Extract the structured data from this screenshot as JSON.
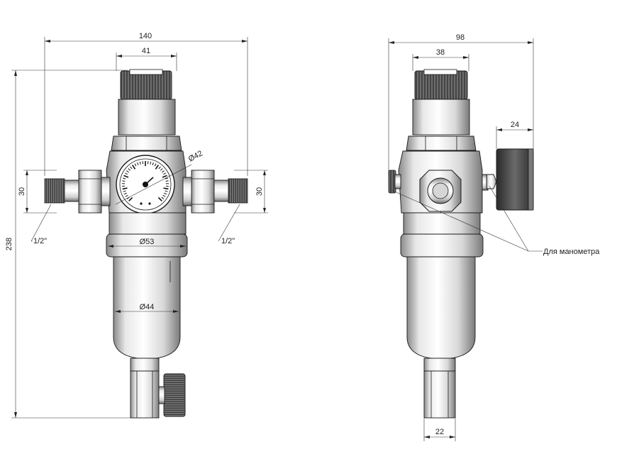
{
  "front": {
    "width_total": "140",
    "cap_width": "41",
    "height_total": "238",
    "port_left": "30",
    "port_right": "30",
    "thread_left": "1/2\"",
    "thread_right": "1/2\"",
    "gauge_diameter": "Ø42",
    "body_diameter": "Ø53",
    "bowl_diameter": "Ø44"
  },
  "side": {
    "width_total": "98",
    "cap_width": "38",
    "gauge_depth": "24",
    "drain_width": "22",
    "gauge_port_label": "Для манометра"
  },
  "colors": {
    "metal_light": "#f2f2f2",
    "metal_mid": "#bdbdbd",
    "metal_dark": "#4a4a4a",
    "knurl": "#3a3a3a"
  }
}
